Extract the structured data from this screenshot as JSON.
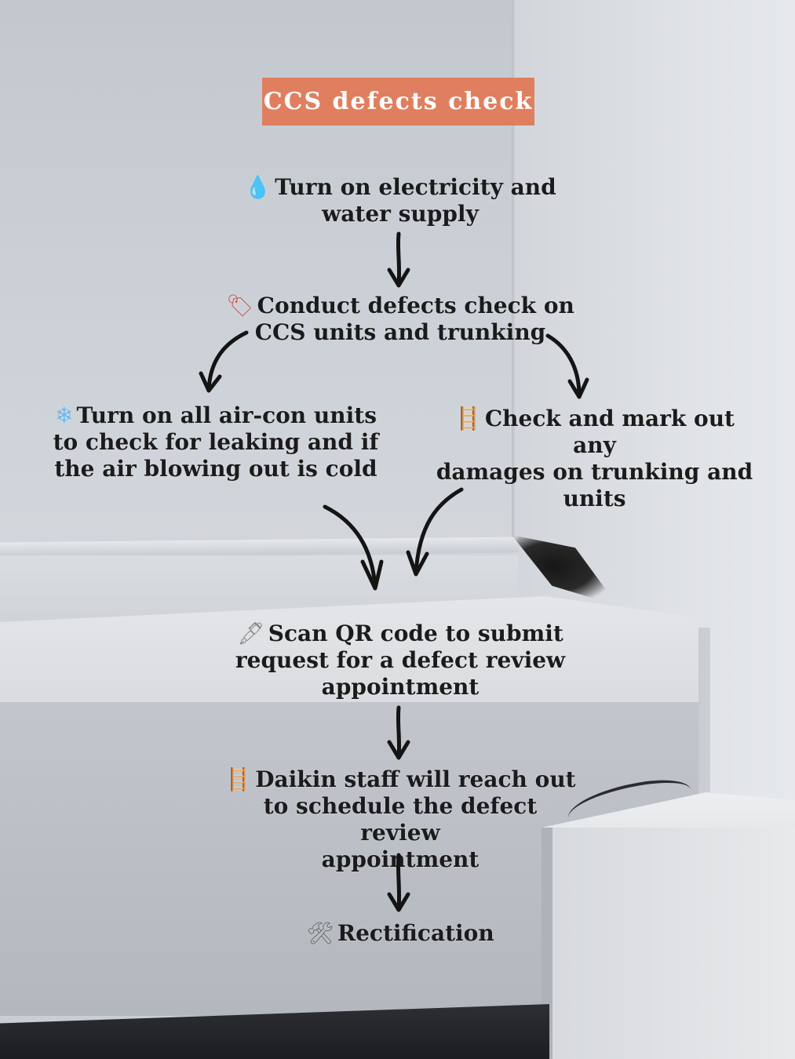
{
  "title": "CCS defects check",
  "colors": {
    "badge": "#e07f5f",
    "text": "#1b1b1b",
    "arrow": "#141414"
  },
  "steps": [
    {
      "id": "electricity",
      "icon": "water-drop-icon",
      "glyph": "💧",
      "lines": [
        "Turn on electricity and",
        "water supply"
      ]
    },
    {
      "id": "conduct-check",
      "icon": "tag-icon",
      "glyph": "🏷",
      "lines": [
        "Conduct defects check on",
        "CCS units and trunking"
      ]
    },
    {
      "id": "aircon",
      "icon": "snowflake-icon",
      "glyph": "❄",
      "lines": [
        "Turn on all air-con units",
        "to check for leaking and if",
        "the air blowing out is cold"
      ]
    },
    {
      "id": "mark-damages",
      "icon": "ladder-icon",
      "glyph": "🪜",
      "lines": [
        "Check and mark out any",
        "damages on trunking and",
        "units"
      ]
    },
    {
      "id": "scan-qr",
      "icon": "pen-icon",
      "glyph": "🖋",
      "lines": [
        "Scan QR code to submit",
        "request for a defect review",
        "appointment"
      ]
    },
    {
      "id": "daikin",
      "icon": "ladder-icon",
      "glyph": "🪜",
      "lines": [
        "Daikin staff will reach out",
        "to schedule the defect review",
        "appointment"
      ]
    },
    {
      "id": "rectification",
      "icon": "hammer-wrench-icon",
      "glyph": "🛠",
      "lines": [
        "Rectification"
      ]
    }
  ]
}
